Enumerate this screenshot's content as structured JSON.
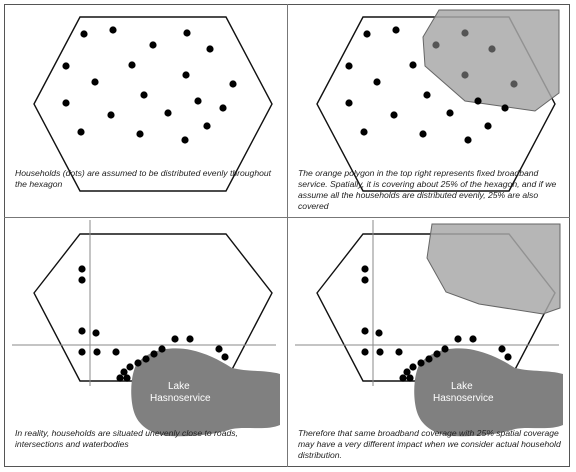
{
  "panels": [
    {
      "caption": "Households (dots) are assumed to be distributed evenly throughout the hexagon"
    },
    {
      "caption": "The orange polygon in the top right represents fixed broadband service. Spatially, it is covering about 25% of the hexagon, and if we assume all the households are distributed evenly, 25% are also covered"
    },
    {
      "caption": "In reality, households are situated unevenly close to roads, intersections and waterbodies",
      "lake_label_line1": "Lake",
      "lake_label_line2": "Hasnoservice"
    },
    {
      "caption": "Therefore that same broadband coverage with 25% spatial coverage may have a very different impact when we consider actual household distribution.",
      "lake_label_line1": "Lake",
      "lake_label_line2": "Hasnoservice"
    }
  ],
  "colors": {
    "hexagon_stroke": "#111111",
    "dot": "#000000",
    "coverage_fill": "#a9a9a9",
    "lake_fill": "#808080",
    "road": "#888888"
  }
}
